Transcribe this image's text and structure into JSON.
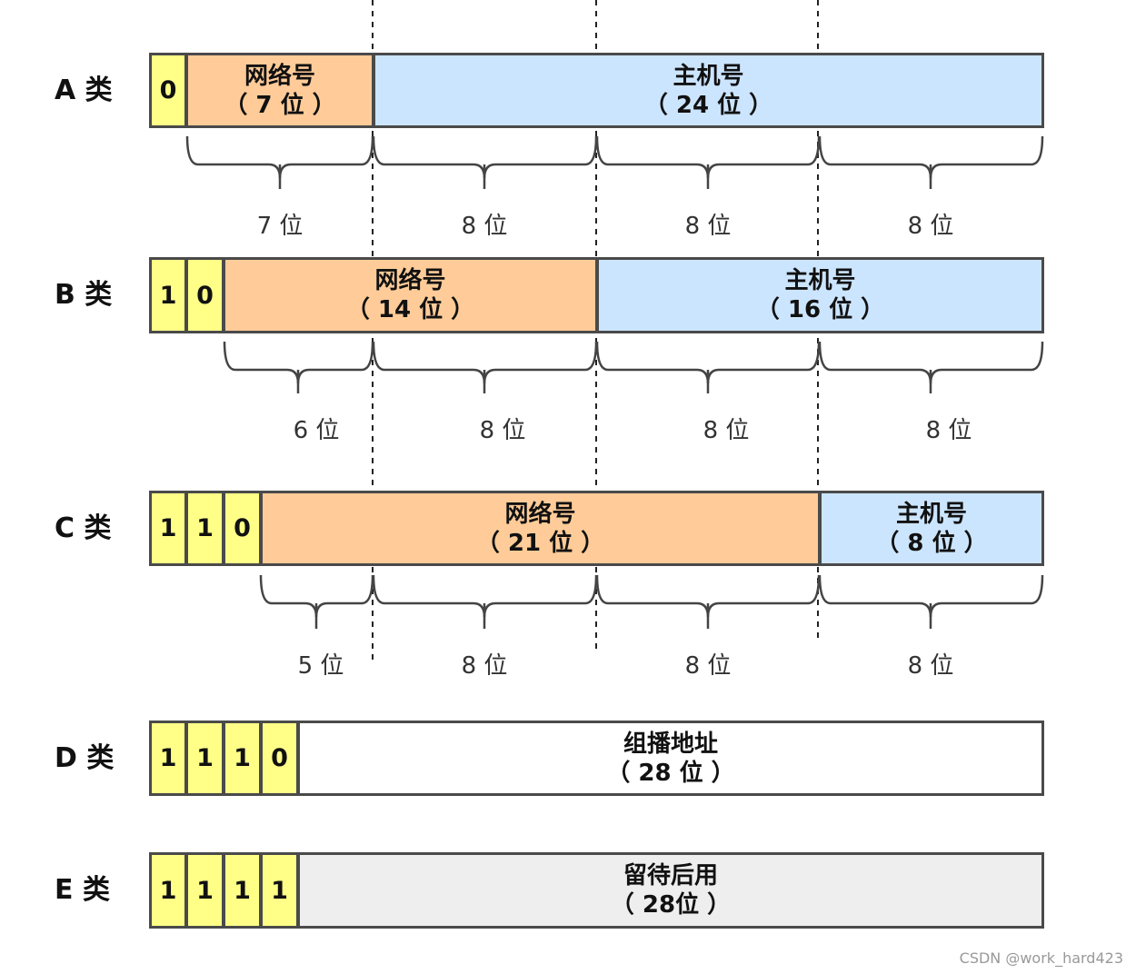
{
  "rows": {
    "a": {
      "label": "A 类",
      "bits": [
        "0"
      ],
      "network": {
        "line1": "网络号",
        "line2": "（ 7 位 ）"
      },
      "host": {
        "line1": "主机号",
        "line2": "（ 24 位 ）"
      },
      "braces": [
        "7 位",
        "8 位",
        "8 位",
        "8 位"
      ]
    },
    "b": {
      "label": "B 类",
      "bits": [
        "1",
        "0"
      ],
      "network": {
        "line1": "网络号",
        "line2": "（ 14 位 ）"
      },
      "host": {
        "line1": "主机号",
        "line2": "（ 16 位 ）"
      },
      "braces": [
        "6 位",
        "8 位",
        "8 位",
        "8 位"
      ]
    },
    "c": {
      "label": "C 类",
      "bits": [
        "1",
        "1",
        "0"
      ],
      "network": {
        "line1": "网络号",
        "line2": "（ 21 位 ）"
      },
      "host": {
        "line1": "主机号",
        "line2": "（ 8 位 ）"
      },
      "braces": [
        "5 位",
        "8 位",
        "8 位",
        "8 位"
      ]
    },
    "d": {
      "label": "D 类",
      "bits": [
        "1",
        "1",
        "1",
        "0"
      ],
      "field": {
        "line1": "组播地址",
        "line2": "（ 28 位 ）"
      }
    },
    "e": {
      "label": "E 类",
      "bits": [
        "1",
        "1",
        "1",
        "1"
      ],
      "field": {
        "line1": "留待后用",
        "line2": "（ 28位 ）"
      }
    }
  },
  "colors": {
    "bit_fill": "#ffff88",
    "network_fill": "#ffcc99",
    "host_fill": "#cce5ff",
    "multicast_fill": "#ffffff",
    "reserved_fill": "#eeeeee",
    "border": "#4a4a4a"
  },
  "credit": "CSDN @work_hard423"
}
